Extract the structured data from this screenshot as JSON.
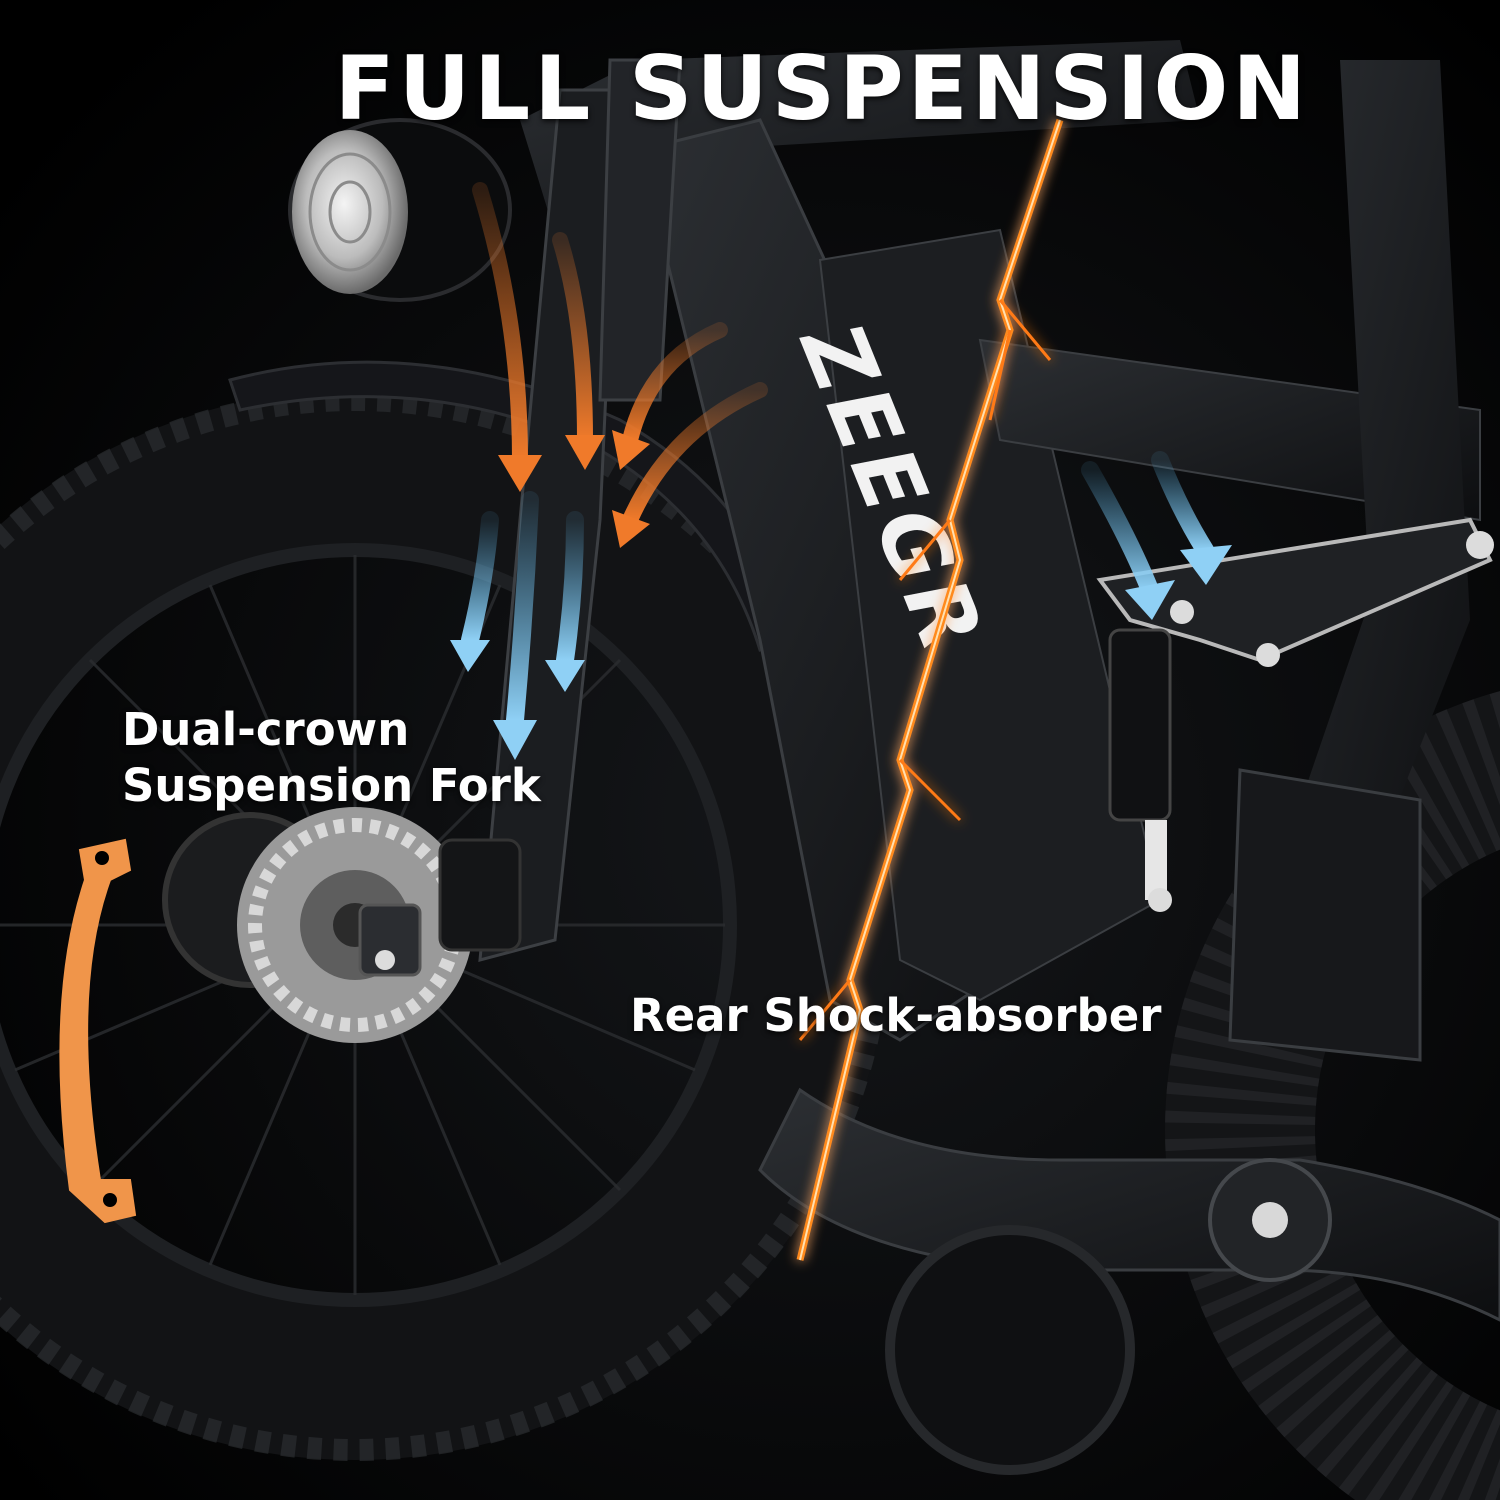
{
  "headline": "FULL SUSPENSION",
  "callouts": {
    "fork_line1": "Dual-crown",
    "fork_line2": "Suspension Fork",
    "rear": "Rear Shock-absorber"
  },
  "brand_logo_text": "ZEEGR",
  "colors": {
    "background": "#000000",
    "text": "#ffffff",
    "frame": "#1a1c1f",
    "accent_orange": "#f07a2a",
    "accent_blue": "#5ab4e6",
    "spark": "#ff8a1c"
  },
  "icons": [
    "down-arrow-orange-icon",
    "down-arrow-blue-icon",
    "lightning-divider-icon",
    "suspension-linkage-icon"
  ]
}
